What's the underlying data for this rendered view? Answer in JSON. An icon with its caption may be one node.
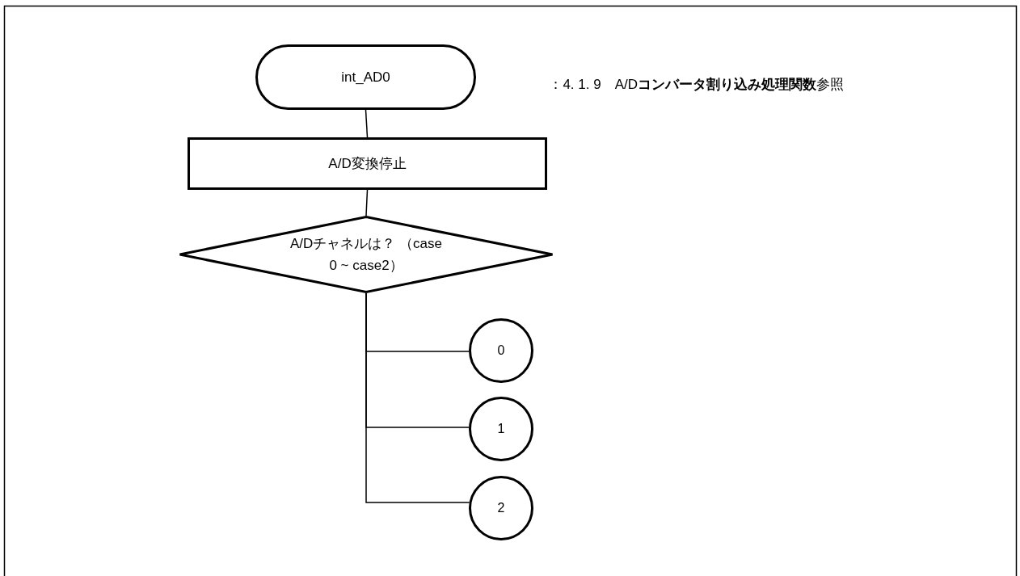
{
  "diagram": {
    "nodes": [
      {
        "text": [
          "int_AD0"
        ]
      },
      {
        "text": [
          "A/D変換停止"
        ]
      },
      {
        "text": [
          "A/Dチャネルは？ （case 0 ~ case2）"
        ]
      },
      {
        "text": [
          "0"
        ]
      },
      {
        "text": [
          "1"
        ]
      },
      {
        "text": [
          "2"
        ]
      }
    ],
    "edges": [
      {
        "from": 0,
        "to": 1,
        "arrow": "none"
      },
      {
        "from": 1,
        "to": 2,
        "arrow": "none"
      },
      {
        "from": 2,
        "to": 3,
        "arrow": "none"
      },
      {
        "from": 2,
        "to": 4,
        "arrow": "none"
      },
      {
        "from": 2,
        "to": 5,
        "arrow": "none"
      }
    ],
    "labels": [
      "：4. 1. 9　A/D**コンバータ割り込み処理関数**参照"
    ]
  }
}
